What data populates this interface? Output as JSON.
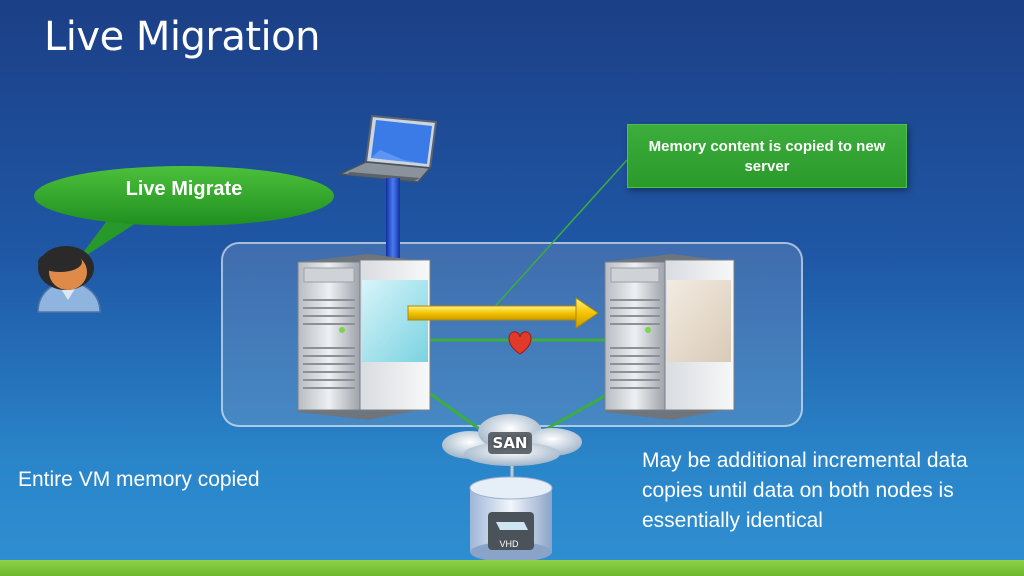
{
  "title": "Live Migration",
  "callout": {
    "text": "Memory content is copied to new server"
  },
  "bubble": {
    "text": "Live Migrate"
  },
  "san": {
    "label": "SAN"
  },
  "vhd": {
    "label": "VHD"
  },
  "captions": {
    "left": "Entire VM memory copied",
    "right": "May be additional incremental data copies until data on both nodes is essentially identical"
  },
  "colors": {
    "callout_green": "#2a9a2a",
    "link_green": "#3cae3c",
    "arrow_yellow": "#f4c400",
    "heart_red": "#e23a2a",
    "bottom_bar": "#7cc43a"
  }
}
